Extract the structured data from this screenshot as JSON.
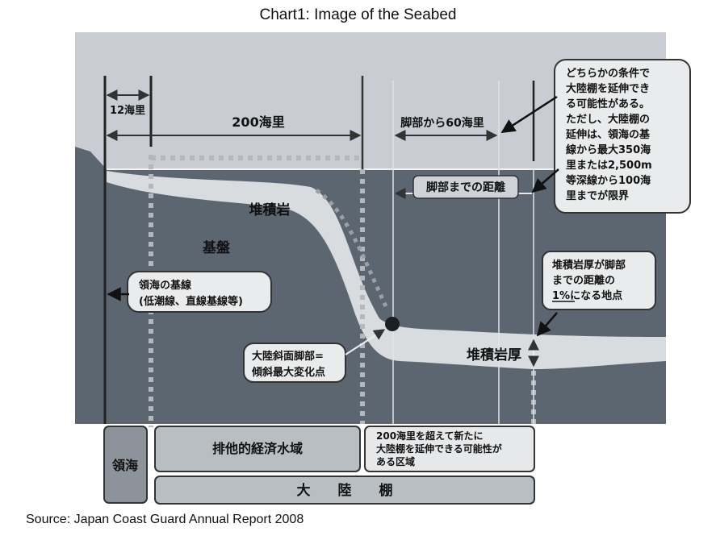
{
  "title": "Chart1: Image of the Seabed",
  "source": "Source: Japan Coast Guard Annual Report 2008",
  "measures": {
    "nm12": "12海里",
    "nm200": "200海里",
    "foot60": "脚部から60海里",
    "foot_distance": "脚部までの距離"
  },
  "layers": {
    "sediment": "堆積岩",
    "basement": "基盤",
    "sediment_thickness": "堆積岩厚"
  },
  "callouts": {
    "baseline": [
      "領海の基線",
      "(低潮線、直線基線等)"
    ],
    "foot": [
      "大陸斜面脚部=",
      "傾斜最大変化点"
    ],
    "one_percent": [
      "堆積岩厚が脚部",
      "までの距離の",
      "1%になる地点"
    ],
    "condition": [
      "どちらかの条件で",
      "大陸棚を延伸でき",
      "る可能性がある。",
      "ただし、大陸棚の",
      "延伸は、領海の基",
      "線から最大350海",
      "里または2,500m",
      "等深線から100海",
      "里までが限界"
    ]
  },
  "zones": {
    "territorial_sea": "領海",
    "eez": "排他的経済水域",
    "beyond_200": [
      "200海里を超えて新たに",
      "大陸棚を延伸できる可能性が",
      "ある区域"
    ],
    "continental_shelf": "大　　陸　　棚"
  }
}
